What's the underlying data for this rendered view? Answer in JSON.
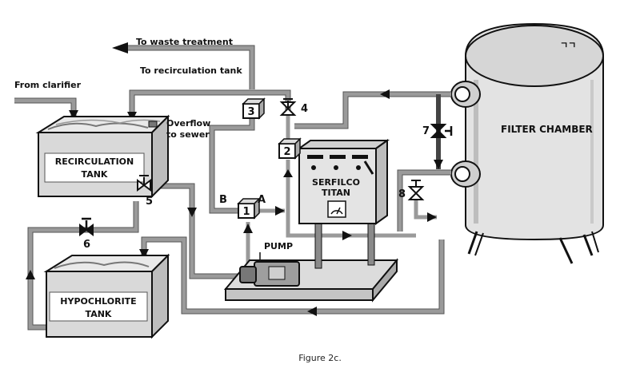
{
  "labels": {
    "to_waste": "To waste treatment",
    "to_recirc": "To recirculation tank",
    "from_clarifier": "From clarifier",
    "overflow_1": "Overflow",
    "overflow_2": "to sewer",
    "recirc_tank_1": "RECIRCULATION",
    "recirc_tank_2": "TANK",
    "hypo_tank_1": "HYPOCHLORITE",
    "hypo_tank_2": "TANK",
    "pump": "PUMP",
    "serfilco_1": "SERFILCO",
    "serfilco_2": "TITAN",
    "filter_chamber": "FILTER CHAMBER",
    "a": "A",
    "b": "B"
  },
  "valves": {
    "v1": "1",
    "v2": "2",
    "v3": "3",
    "v4": "4",
    "v5": "5",
    "v6": "6",
    "v7": "7",
    "v8": "8"
  },
  "caption": "Figure 2c."
}
